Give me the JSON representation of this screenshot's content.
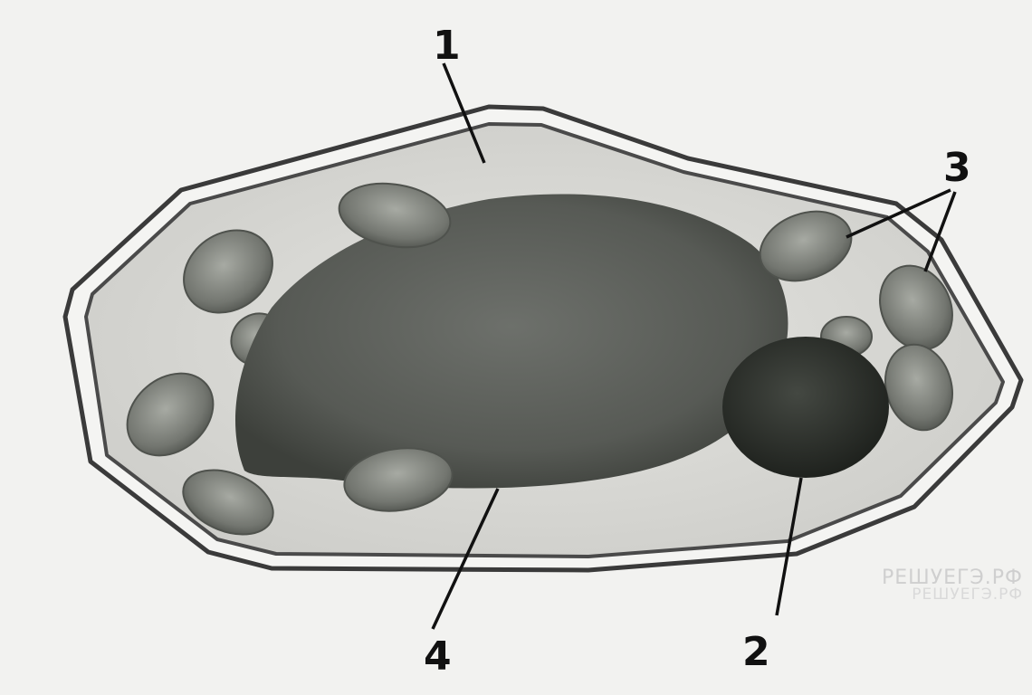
{
  "labels": {
    "label_1": "1",
    "label_2": "2",
    "label_3": "3",
    "label_4": "4"
  },
  "watermark": {
    "line1": "РЕШУЕГЭ.РФ",
    "line2": "РЕШУЕГЭ.РФ"
  },
  "colors": {
    "background": "#f2f2f0",
    "cytoplasm": "#dcdcd8",
    "vacuole": "#5e615c",
    "nucleus": "#2f332e",
    "chloroplast": "#777a74",
    "outline": "#3a3a3a"
  }
}
